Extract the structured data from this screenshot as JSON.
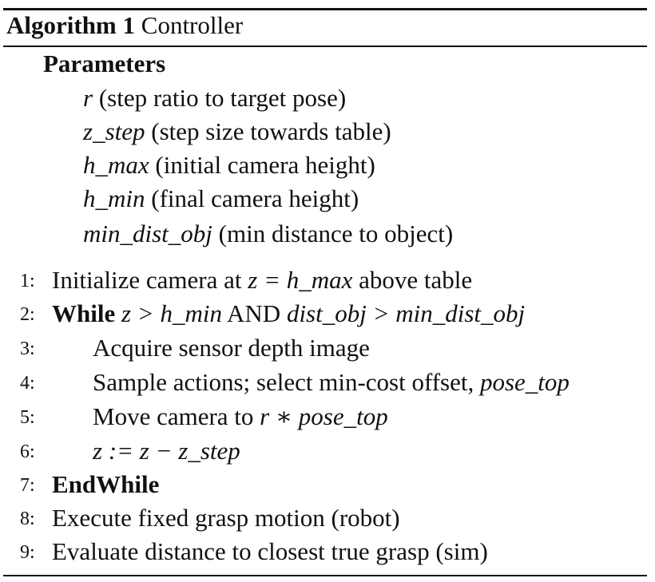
{
  "algorithm": {
    "label": "Algorithm 1",
    "name": "Controller"
  },
  "parameters": {
    "heading": "Parameters",
    "items": [
      {
        "symbol": "r",
        "desc": "(step ratio to target pose)"
      },
      {
        "symbol": "z_step",
        "desc": "(step size towards table)"
      },
      {
        "symbol": "h_max",
        "desc": "(initial camera height)"
      },
      {
        "symbol": "h_min",
        "desc": "(final camera height)"
      },
      {
        "symbol": "min_dist_obj",
        "desc": "(min distance to object)"
      }
    ]
  },
  "steps": [
    {
      "num": "1:",
      "text_a": "Initialize camera at",
      "math_a": "z = h_max",
      "text_b": "above table"
    },
    {
      "num": "2:",
      "keyword": "While",
      "math_a": "z > h_min",
      "text_a": "AND",
      "math_b": "dist_obj > min_dist_obj"
    },
    {
      "num": "3:",
      "text_a": "Acquire sensor depth image"
    },
    {
      "num": "4:",
      "text_a": "Sample actions; select min-cost offset,",
      "math_a": "pose_top"
    },
    {
      "num": "5:",
      "text_a": "Move camera to",
      "math_a": "r ∗ pose_top"
    },
    {
      "num": "6:",
      "math_a": "z := z − z_step"
    },
    {
      "num": "7:",
      "keyword": "EndWhile"
    },
    {
      "num": "8:",
      "text_a": "Execute fixed grasp motion (robot)"
    },
    {
      "num": "9:",
      "text_a": "Evaluate distance to closest true grasp (sim)"
    }
  ]
}
